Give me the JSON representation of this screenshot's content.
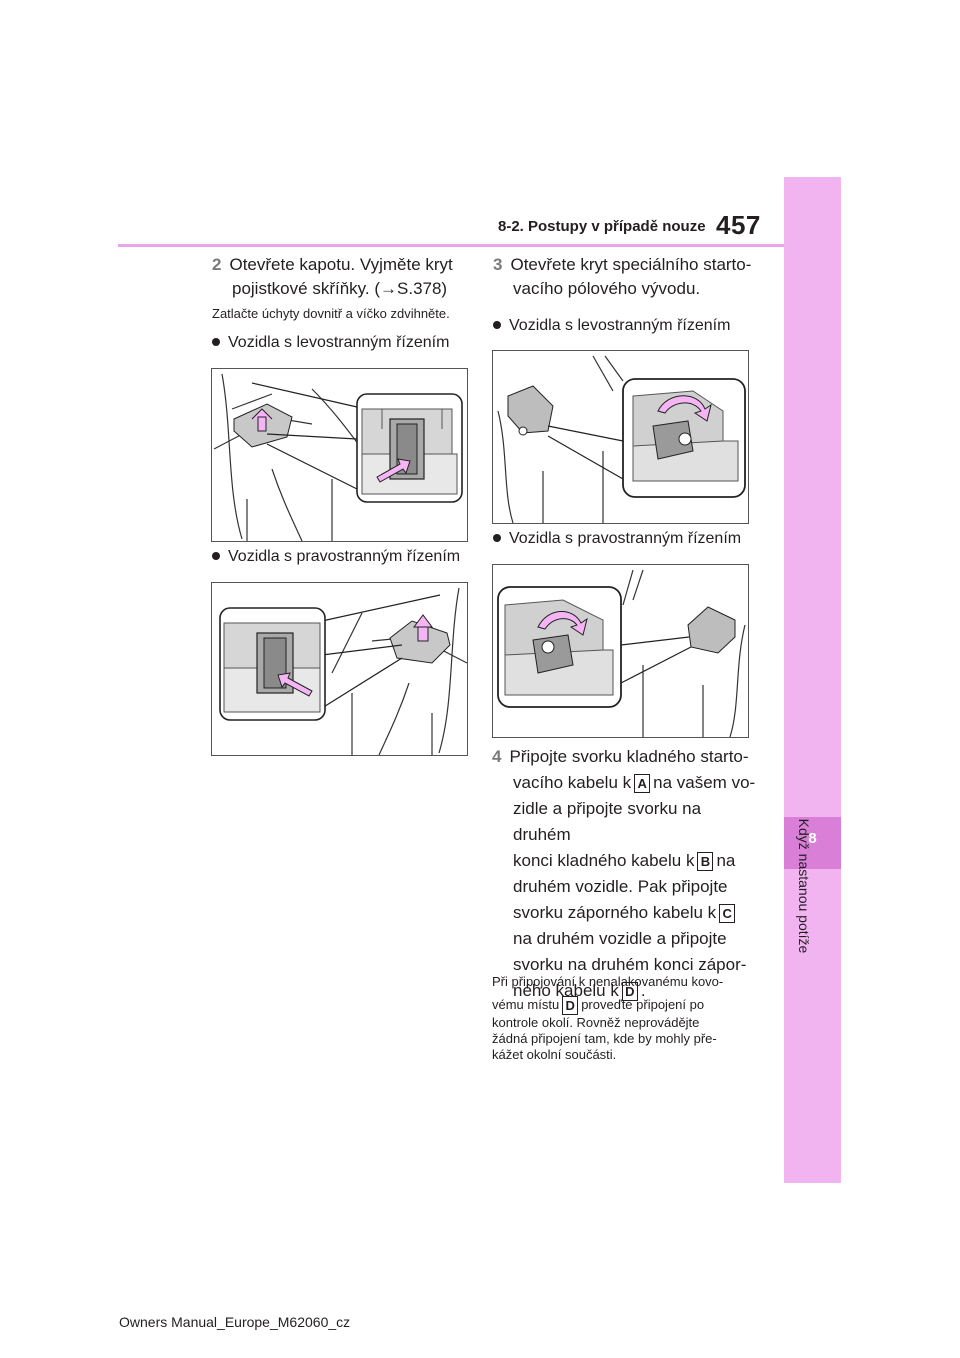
{
  "header": {
    "section_title": "8-2. Postupy v případě nouze",
    "page_number": "457",
    "accent_color": "#e8a6e8"
  },
  "side_tab": {
    "chapter_number": "8",
    "chapter_title": "Když nastanou potíže",
    "band_color": "#f1b4f1",
    "tab_color": "#d97fd8"
  },
  "left_column": {
    "step2": {
      "number": "2",
      "line1": "Otevřete kapotu. Vyjměte kryt",
      "line2": "pojistkové skříňky. (→S.378)"
    },
    "note": "Zatlačte úchyty dovnitř a víčko zdvihněte.",
    "bullet_lhd": "Vozidla s levostranným řízením",
    "bullet_rhd": "Vozidla s pravostranným řízením"
  },
  "right_column": {
    "step3": {
      "number": "3",
      "line1": "Otevřete kryt speciálního starto-",
      "line2": "vacího pólového vývodu."
    },
    "bullet_lhd": "Vozidla s levostranným řízením",
    "bullet_rhd": "Vozidla s pravostranným řízením",
    "step4": {
      "number": "4",
      "l1": "Připojte svorku kladného starto-",
      "l2a": "vacího kabelu k",
      "key_a": "A",
      "l2b": "na vašem vo-",
      "l3": "zidle a připojte svorku na druhém",
      "l4a": "konci kladného kabelu k",
      "key_b": "B",
      "l4b": "na",
      "l5": "druhém vozidle. Pak připojte",
      "l6a": "svorku záporného kabelu k",
      "key_c": "C",
      "l7": "na druhém vozidle a připojte",
      "l8": "svorku na druhém konci zápor-",
      "l9a": "ného kabelu k",
      "key_d": "D",
      "l9b": "."
    },
    "note": {
      "l1": "Při připojování k nenalakovanému kovo-",
      "l2a": "vému místu",
      "key_d": "D",
      "l2b": "proveďte připojení po",
      "l3": "kontrole okolí. Rovněž neprovádějte",
      "l4": "žádná připojení tam, kde by mohly pře-",
      "l5": "kážet okolní součásti."
    }
  },
  "footer": {
    "text": "Owners Manual_Europe_M62060_cz"
  }
}
